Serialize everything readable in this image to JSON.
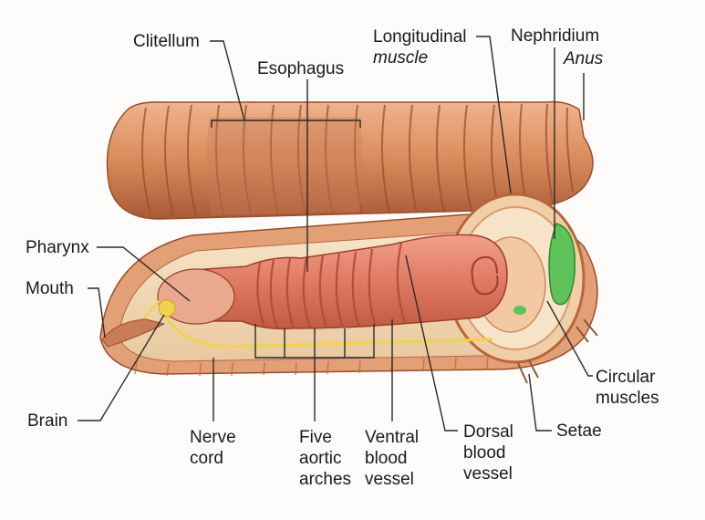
{
  "labels": {
    "clitellum": "Clitellum",
    "esophagus": "Esophagus",
    "longitudinal_line1": "Longitudinal",
    "longitudinal_line2": "muscle",
    "nephridium": "Nephridium",
    "anus": "Anus",
    "pharynx": "Pharynx",
    "mouth": "Mouth",
    "brain": "Brain",
    "nerve_line1": "Nerve",
    "nerve_line2": "cord",
    "five_line1": "Five",
    "five_line2": "aortic",
    "five_line3": "arches",
    "ventral_line1": "Ventral",
    "ventral_line2": "blood",
    "ventral_line3": "vessel",
    "dorsal_line1": "Dorsal",
    "dorsal_line2": "blood",
    "dorsal_line3": "vessel",
    "setae": "Setae",
    "circular_line1": "Circular",
    "circular_line2": "muscles"
  },
  "colors": {
    "body": "#d98a5c",
    "body_dark": "#b8653e",
    "segment_line": "#9a4e2c",
    "cut_surface": "#f3d9b5",
    "esophagus": "#e07a62",
    "nephridium": "#5fc25a",
    "nerve": "#f2d24a"
  }
}
